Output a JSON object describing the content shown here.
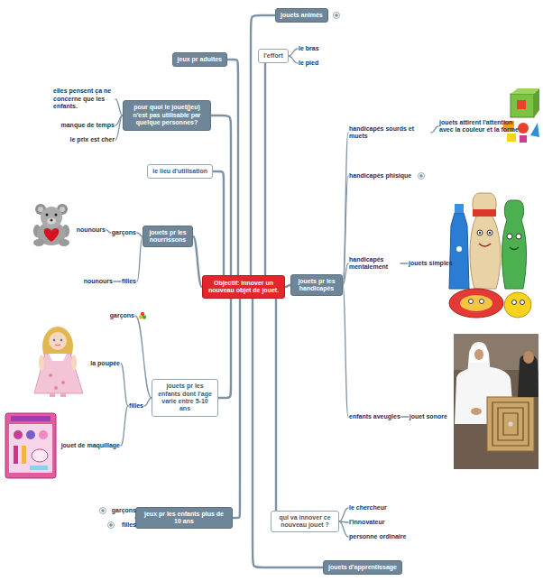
{
  "diagram": {
    "nodes": [
      {
        "text": [
          "Objectif: innover un nouveau objet de jouet."
        ]
      },
      {
        "text": [
          "jouets animés"
        ]
      },
      {
        "text": [
          "l'effort"
        ]
      },
      {
        "text": [
          "le bras"
        ]
      },
      {
        "text": [
          "le pied"
        ]
      },
      {
        "text": [
          "jeux pr adultes"
        ]
      },
      {
        "text": [
          "pour quoi le jouet(jeu) n'est pas utilisable par quelque personnes?"
        ]
      },
      {
        "text": [
          "elles pensent ça ne concerne que les enfants."
        ]
      },
      {
        "text": [
          "manque de temps"
        ]
      },
      {
        "text": [
          "le prix est cher"
        ]
      },
      {
        "text": [
          "le lieu d'utilisation"
        ]
      },
      {
        "text": [
          "jouets pr les nourrissons"
        ]
      },
      {
        "text": [
          "garçons"
        ]
      },
      {
        "text": [
          "nounours"
        ]
      },
      {
        "text": [
          "filles"
        ]
      },
      {
        "text": [
          "nounours"
        ]
      },
      {
        "text": [
          "jouets pr les enfants dont l'age varie entre 5-10 ans"
        ]
      },
      {
        "text": [
          "garçons"
        ]
      },
      {
        "text": [
          "filles"
        ]
      },
      {
        "text": [
          "la poupée"
        ]
      },
      {
        "text": [
          "jouet de maquillage"
        ]
      },
      {
        "text": [
          "jeux pr les enfants plus de 10 ans"
        ]
      },
      {
        "text": [
          "garçons"
        ]
      },
      {
        "text": [
          "filles"
        ]
      },
      {
        "text": [
          "qui va innover ce nouveau jouet ?"
        ]
      },
      {
        "text": [
          "le chercheur"
        ]
      },
      {
        "text": [
          "l'innovateur"
        ]
      },
      {
        "text": [
          "personne ordinaire"
        ]
      },
      {
        "text": [
          "jouets d'apprentissage"
        ]
      },
      {
        "text": [
          "jouets pr les handicapés"
        ]
      },
      {
        "text": [
          "handicapés sourds et muets"
        ]
      },
      {
        "text": [
          "jouets attirent l'attention avec la couleur et la forme"
        ]
      },
      {
        "text": [
          "handicapés phisique"
        ]
      },
      {
        "text": [
          "handicapés mentalement"
        ]
      },
      {
        "text": [
          "jouets simples"
        ]
      },
      {
        "text": [
          "enfants aveugles"
        ]
      },
      {
        "text": [
          "jouet sonore"
        ]
      }
    ],
    "edges": [
      {
        "from": 0,
        "to": 1,
        "arrow": "none"
      },
      {
        "from": 0,
        "to": 2,
        "arrow": "none"
      },
      {
        "from": 0,
        "to": 5,
        "arrow": "none"
      },
      {
        "from": 0,
        "to": 6,
        "arrow": "none"
      },
      {
        "from": 0,
        "to": 10,
        "arrow": "none"
      },
      {
        "from": 0,
        "to": 11,
        "arrow": "none"
      },
      {
        "from": 0,
        "to": 16,
        "arrow": "none"
      },
      {
        "from": 0,
        "to": 21,
        "arrow": "none"
      },
      {
        "from": 0,
        "to": 24,
        "arrow": "none"
      },
      {
        "from": 0,
        "to": 28,
        "arrow": "none"
      },
      {
        "from": 0,
        "to": 29,
        "arrow": "none"
      },
      {
        "from": 2,
        "to": 3,
        "arrow": "none"
      },
      {
        "from": 2,
        "to": 4,
        "arrow": "none"
      },
      {
        "from": 6,
        "to": 7,
        "arrow": "none"
      },
      {
        "from": 6,
        "to": 8,
        "arrow": "none"
      },
      {
        "from": 6,
        "to": 9,
        "arrow": "none"
      },
      {
        "from": 11,
        "to": 12,
        "arrow": "none"
      },
      {
        "from": 11,
        "to": 14,
        "arrow": "none"
      },
      {
        "from": 12,
        "to": 13,
        "arrow": "none"
      },
      {
        "from": 14,
        "to": 15,
        "arrow": "none"
      },
      {
        "from": 16,
        "to": 17,
        "arrow": "none"
      },
      {
        "from": 16,
        "to": 18,
        "arrow": "none"
      },
      {
        "from": 18,
        "to": 19,
        "arrow": "none"
      },
      {
        "from": 18,
        "to": 20,
        "arrow": "none"
      },
      {
        "from": 21,
        "to": 22,
        "arrow": "none"
      },
      {
        "from": 21,
        "to": 23,
        "arrow": "none"
      },
      {
        "from": 24,
        "to": 25,
        "arrow": "none"
      },
      {
        "from": 24,
        "to": 26,
        "arrow": "none"
      },
      {
        "from": 24,
        "to": 27,
        "arrow": "none"
      },
      {
        "from": 29,
        "to": 30,
        "arrow": "none"
      },
      {
        "from": 29,
        "to": 32,
        "arrow": "none"
      },
      {
        "from": 29,
        "to": 33,
        "arrow": "none"
      },
      {
        "from": 29,
        "to": 35,
        "arrow": "none"
      },
      {
        "from": 30,
        "to": 31,
        "arrow": "none"
      },
      {
        "from": 33,
        "to": 34,
        "arrow": "none"
      },
      {
        "from": 35,
        "to": 36,
        "arrow": "none"
      }
    ]
  }
}
